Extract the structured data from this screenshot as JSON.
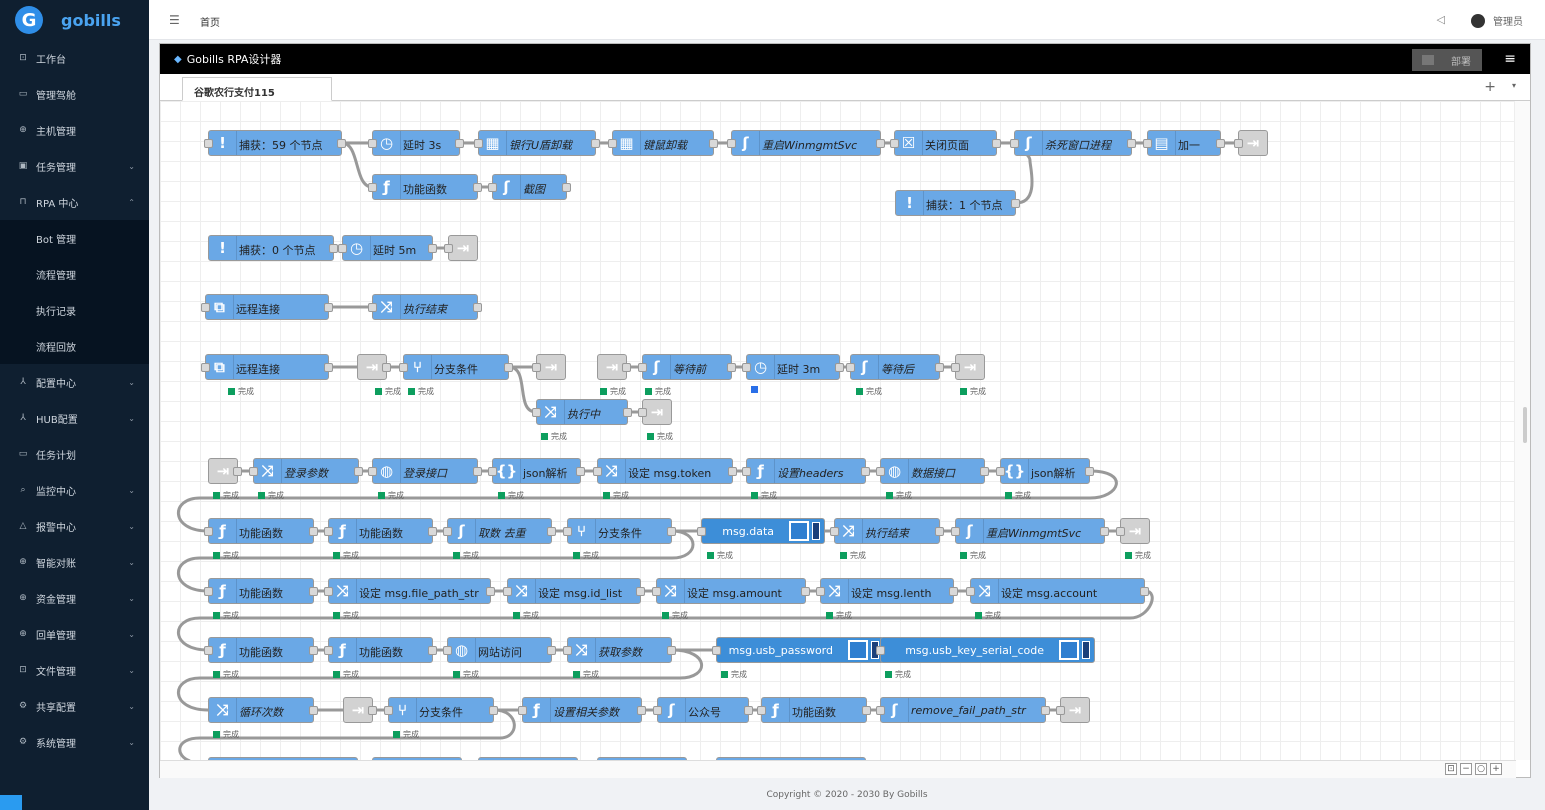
{
  "app": {
    "name": "gobills",
    "logo_letter": "G"
  },
  "sidebar": {
    "items": [
      {
        "label": "工作台",
        "icon": "monitor-icon",
        "glyph": "⊡",
        "arrow": ""
      },
      {
        "label": "管理驾舱",
        "icon": "dashboard-icon",
        "glyph": "▭",
        "arrow": ""
      },
      {
        "label": "主机管理",
        "icon": "host-icon",
        "glyph": "⊕",
        "arrow": ""
      },
      {
        "label": "任务管理",
        "icon": "task-icon",
        "glyph": "▣",
        "arrow": "⌄"
      },
      {
        "label": "RPA 中心",
        "icon": "rpa-icon",
        "glyph": "⊓",
        "arrow": "⌃"
      },
      {
        "label": "配置中心",
        "icon": "config-icon",
        "glyph": "⅄",
        "arrow": "⌄"
      },
      {
        "label": "HUB配置",
        "icon": "hub-icon",
        "glyph": "⅄",
        "arrow": "⌄"
      },
      {
        "label": "任务计划",
        "icon": "schedule-icon",
        "glyph": "▭",
        "arrow": ""
      },
      {
        "label": "监控中心",
        "icon": "monitor-search-icon",
        "glyph": "⌕",
        "arrow": "⌄"
      },
      {
        "label": "报警中心",
        "icon": "alarm-icon",
        "glyph": "△",
        "arrow": "⌄"
      },
      {
        "label": "智能对账",
        "icon": "reconcile-icon",
        "glyph": "⊕",
        "arrow": "⌄"
      },
      {
        "label": "资金管理",
        "icon": "fund-icon",
        "glyph": "⊕",
        "arrow": "⌄"
      },
      {
        "label": "回单管理",
        "icon": "receipt-icon",
        "glyph": "⊕",
        "arrow": "⌄"
      },
      {
        "label": "文件管理",
        "icon": "file-icon",
        "glyph": "⊡",
        "arrow": "⌄"
      },
      {
        "label": "共享配置",
        "icon": "share-icon",
        "glyph": "⚙",
        "arrow": "⌄"
      },
      {
        "label": "系统管理",
        "icon": "settings-icon",
        "glyph": "⚙",
        "arrow": "⌄"
      }
    ],
    "rpa_sub": [
      "Bot 管理",
      "流程管理",
      "执行记录",
      "流程回放"
    ]
  },
  "topbar": {
    "fold_glyph": "☰",
    "home": "首页",
    "notice_glyph": "◁",
    "user": "管理员"
  },
  "designer": {
    "title": "Gobills RPA设计器",
    "deploy": "部署",
    "menu_glyph": "≡",
    "tab": "谷歌农行支付115",
    "tab_add": "+",
    "tab_dropdown": "▾"
  },
  "zoom": [
    "⊡",
    "−",
    "○",
    "+"
  ],
  "status_text": "完成",
  "nodes": [
    {
      "label": "捕获：59 个节点",
      "glyph": "!",
      "icon": "catch-icon"
    },
    {
      "label": "延时 3s",
      "glyph": "◷",
      "icon": "clock-icon"
    },
    {
      "label": "银行U盾卸载",
      "glyph": "▦",
      "icon": "usb-icon"
    },
    {
      "label": "键鼠卸载",
      "glyph": "▦",
      "icon": "usb-icon"
    },
    {
      "label": "重启WinmgmtSvc",
      "glyph": "ʃ",
      "icon": "python-icon"
    },
    {
      "label": "关闭页面",
      "glyph": "☒",
      "icon": "close-page-icon"
    },
    {
      "label": "杀死窗口进程",
      "glyph": "ʃ",
      "icon": "python-icon"
    },
    {
      "label": "加一",
      "glyph": "▤",
      "icon": "calculator-icon"
    },
    {
      "label": "",
      "glyph": "⇥",
      "icon": "link-out-icon"
    },
    {
      "label": "功能函数",
      "glyph": "ƒ",
      "icon": "function-icon"
    },
    {
      "label": "截图",
      "glyph": "ʃ",
      "icon": "python-icon"
    },
    {
      "label": "捕获：1 个节点",
      "glyph": "!",
      "icon": "catch-icon"
    },
    {
      "label": "捕获：0 个节点",
      "glyph": "!",
      "icon": "catch-icon"
    },
    {
      "label": "延时 5m",
      "glyph": "◷",
      "icon": "clock-icon"
    },
    {
      "label": "",
      "glyph": "⇥",
      "icon": "link-out-icon"
    },
    {
      "label": "远程连接",
      "glyph": "⧉",
      "icon": "remote-icon"
    },
    {
      "label": "执行结束",
      "glyph": "⤨",
      "icon": "change-icon"
    },
    {
      "label": "远程连接",
      "glyph": "⧉",
      "icon": "remote-icon"
    },
    {
      "label": "",
      "glyph": "⇥",
      "icon": "link-in-icon"
    },
    {
      "label": "分支条件",
      "glyph": "⑂",
      "icon": "switch-icon"
    },
    {
      "label": "",
      "glyph": "⇥",
      "icon": "link-out-icon"
    },
    {
      "label": "",
      "glyph": "⇥",
      "icon": "link-in-icon"
    },
    {
      "label": "等待前",
      "glyph": "ʃ",
      "icon": "python-icon"
    },
    {
      "label": "延时 3m",
      "glyph": "◷",
      "icon": "clock-icon"
    },
    {
      "label": "等待后",
      "glyph": "ʃ",
      "icon": "python-icon"
    },
    {
      "label": "",
      "glyph": "⇥",
      "icon": "link-out-icon"
    },
    {
      "label": "执行中",
      "glyph": "⤨",
      "icon": "change-icon"
    },
    {
      "label": "",
      "glyph": "⇥",
      "icon": "link-out-icon"
    },
    {
      "label": "",
      "glyph": "⇥",
      "icon": "link-in-icon"
    },
    {
      "label": "登录参数",
      "glyph": "⤨",
      "icon": "change-icon"
    },
    {
      "label": "登录接口",
      "glyph": "◍",
      "icon": "globe-icon"
    },
    {
      "label": "json解析",
      "glyph": "{}",
      "icon": "json-icon"
    },
    {
      "label": "设定 msg.token",
      "glyph": "⤨",
      "icon": "change-icon"
    },
    {
      "label": "设置headers",
      "glyph": "ƒ",
      "icon": "function-icon"
    },
    {
      "label": "数据接口",
      "glyph": "◍",
      "icon": "globe-icon"
    },
    {
      "label": "json解析",
      "glyph": "{}",
      "icon": "json-icon"
    },
    {
      "label": "功能函数",
      "glyph": "ƒ",
      "icon": "function-icon"
    },
    {
      "label": "功能函数",
      "glyph": "ƒ",
      "icon": "function-icon"
    },
    {
      "label": "取数 去重",
      "glyph": "ʃ",
      "icon": "python-icon"
    },
    {
      "label": "分支条件",
      "glyph": "⑂",
      "icon": "switch-icon"
    },
    {
      "label": "msg.data",
      "glyph": "",
      "icon": "debug-icon"
    },
    {
      "label": "执行结束",
      "glyph": "⤨",
      "icon": "change-icon"
    },
    {
      "label": "重启WinmgmtSvc",
      "glyph": "ʃ",
      "icon": "python-icon"
    },
    {
      "label": "",
      "glyph": "⇥",
      "icon": "link-out-icon"
    },
    {
      "label": "功能函数",
      "glyph": "ƒ",
      "icon": "function-icon"
    },
    {
      "label": "设定 msg.file_path_str",
      "glyph": "⤨",
      "icon": "change-icon"
    },
    {
      "label": "设定 msg.id_list",
      "glyph": "⤨",
      "icon": "change-icon"
    },
    {
      "label": "设定 msg.amount",
      "glyph": "⤨",
      "icon": "change-icon"
    },
    {
      "label": "设定 msg.lenth",
      "glyph": "⤨",
      "icon": "change-icon"
    },
    {
      "label": "设定 msg.account",
      "glyph": "⤨",
      "icon": "change-icon"
    },
    {
      "label": "功能函数",
      "glyph": "ƒ",
      "icon": "function-icon"
    },
    {
      "label": "功能函数",
      "glyph": "ƒ",
      "icon": "function-icon"
    },
    {
      "label": "网站访问",
      "glyph": "◍",
      "icon": "globe-icon"
    },
    {
      "label": "获取参数",
      "glyph": "⤨",
      "icon": "change-icon"
    },
    {
      "label": "msg.usb_password",
      "glyph": "",
      "icon": "debug-icon"
    },
    {
      "label": "msg.usb_key_serial_code",
      "glyph": "",
      "icon": "debug-icon"
    },
    {
      "label": "循环次数",
      "glyph": "⤨",
      "icon": "change-icon"
    },
    {
      "label": "",
      "glyph": "⇥",
      "icon": "link-in-icon"
    },
    {
      "label": "分支条件",
      "glyph": "⑂",
      "icon": "switch-icon"
    },
    {
      "label": "设置相关参数",
      "glyph": "ƒ",
      "icon": "function-icon"
    },
    {
      "label": "公众号",
      "glyph": "ʃ",
      "icon": "python-icon"
    },
    {
      "label": "功能函数",
      "glyph": "ƒ",
      "icon": "function-icon"
    },
    {
      "label": "remove_fail_path_str",
      "glyph": "ʃ",
      "icon": "python-icon"
    },
    {
      "label": "",
      "glyph": "⇥",
      "icon": "link-out-icon"
    }
  ],
  "footer": "Copyright © 2020 - 2030 By Gobills"
}
